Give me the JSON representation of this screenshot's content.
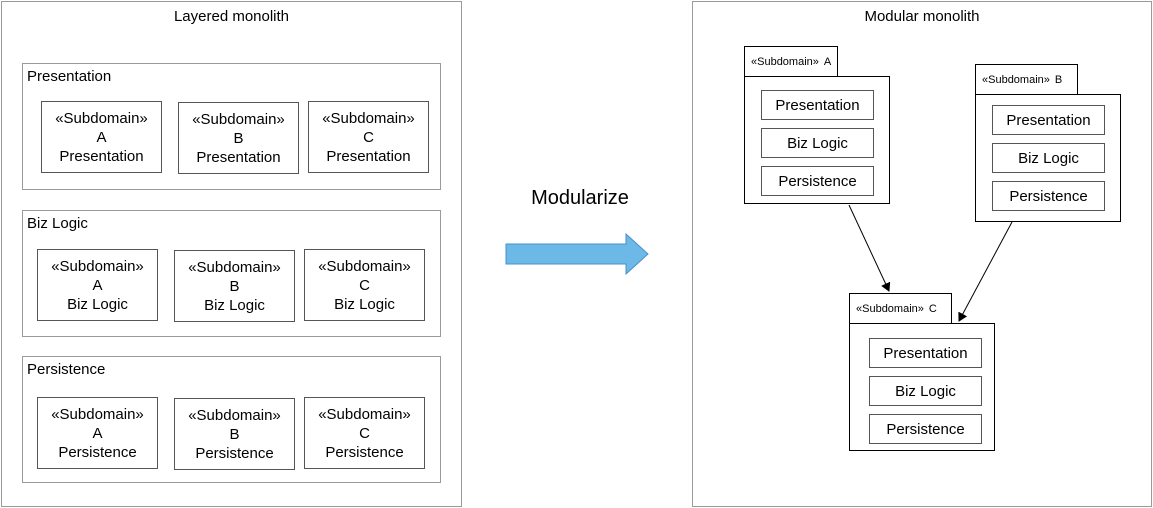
{
  "left": {
    "title": "Layered monolith",
    "layers": [
      {
        "label": "Presentation",
        "cells": [
          {
            "stereotype": "«Subdomain»",
            "key": "A",
            "name": "Presentation"
          },
          {
            "stereotype": "«Subdomain»",
            "key": "B",
            "name": "Presentation"
          },
          {
            "stereotype": "«Subdomain»",
            "key": "C",
            "name": "Presentation"
          }
        ]
      },
      {
        "label": "Biz Logic",
        "cells": [
          {
            "stereotype": "«Subdomain»",
            "key": "A",
            "name": "Biz Logic"
          },
          {
            "stereotype": "«Subdomain»",
            "key": "B",
            "name": "Biz Logic"
          },
          {
            "stereotype": "«Subdomain»",
            "key": "C",
            "name": "Biz Logic"
          }
        ]
      },
      {
        "label": "Persistence",
        "cells": [
          {
            "stereotype": "«Subdomain»",
            "key": "A",
            "name": "Persistence"
          },
          {
            "stereotype": "«Subdomain»",
            "key": "B",
            "name": "Persistence"
          },
          {
            "stereotype": "«Subdomain»",
            "key": "C",
            "name": "Persistence"
          }
        ]
      }
    ]
  },
  "transform": {
    "label": "Modularize",
    "arrow_fill": "#6cb8e6",
    "arrow_stroke": "#4a90c8"
  },
  "right": {
    "title": "Modular monolith",
    "packages": [
      {
        "stereotype": "«Subdomain»",
        "key": "A",
        "items": [
          "Presentation",
          "Biz Logic",
          "Persistence"
        ]
      },
      {
        "stereotype": "«Subdomain»",
        "key": "B",
        "items": [
          "Presentation",
          "Biz Logic",
          "Persistence"
        ]
      },
      {
        "stereotype": "«Subdomain»",
        "key": "C",
        "items": [
          "Presentation",
          "Biz Logic",
          "Persistence"
        ]
      }
    ]
  }
}
